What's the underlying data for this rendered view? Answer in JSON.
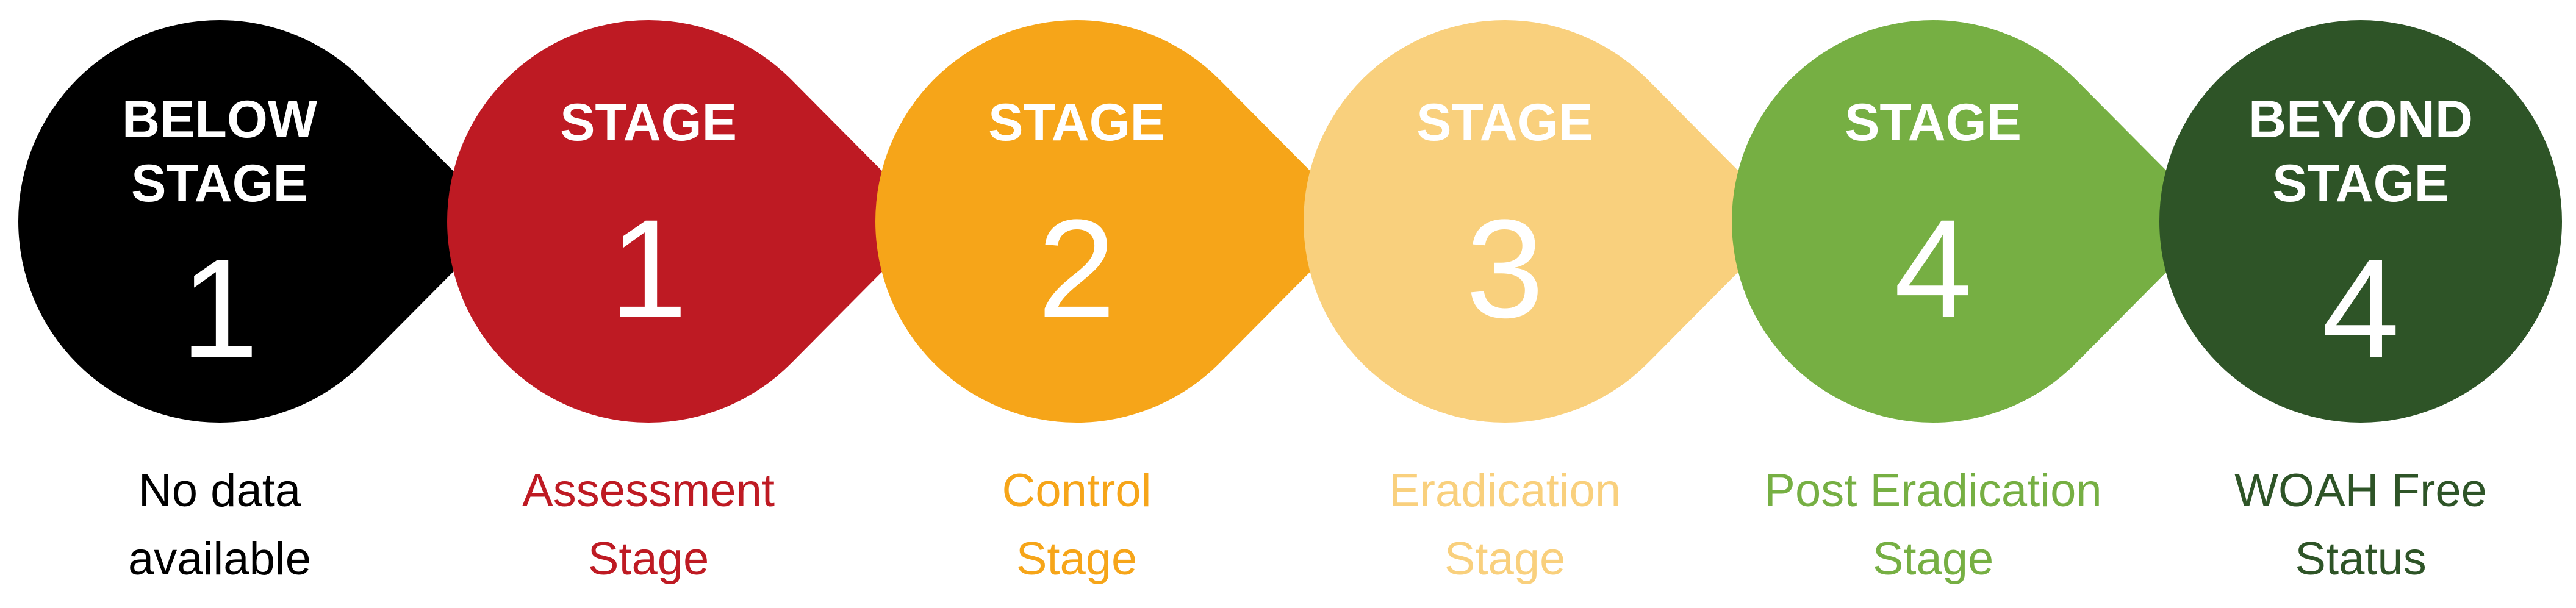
{
  "stages": [
    {
      "header": [
        "BELOW",
        "STAGE"
      ],
      "number": "1",
      "caption": [
        "No data",
        "available"
      ],
      "fill": "#000000",
      "caption_color": "#000000",
      "text_color": "#ffffff"
    },
    {
      "header": [
        "STAGE"
      ],
      "number": "1",
      "caption": [
        "Assessment",
        "Stage"
      ],
      "fill": "#BE1A23",
      "caption_color": "#BE1A23",
      "text_color": "#ffffff"
    },
    {
      "header": [
        "STAGE"
      ],
      "number": "2",
      "caption": [
        "Control",
        "Stage"
      ],
      "fill": "#F6A519",
      "caption_color": "#F6A519",
      "text_color": "#ffffff"
    },
    {
      "header": [
        "STAGE"
      ],
      "number": "3",
      "caption": [
        "Eradication",
        "Stage"
      ],
      "fill": "#F9D07D",
      "caption_color": "#F9D07D",
      "text_color": "#ffffff"
    },
    {
      "header": [
        "STAGE"
      ],
      "number": "4",
      "caption": [
        "Post Eradication",
        "Stage"
      ],
      "fill": "#76AF43",
      "caption_color": "#76AF43",
      "text_color": "#ffffff"
    },
    {
      "header": [
        "BEYOND",
        "STAGE"
      ],
      "number": "4",
      "caption": [
        "WOAH Free",
        "Status"
      ],
      "fill": "#2E5427",
      "caption_color": "#2E5427",
      "text_color": "#ffffff"
    }
  ]
}
